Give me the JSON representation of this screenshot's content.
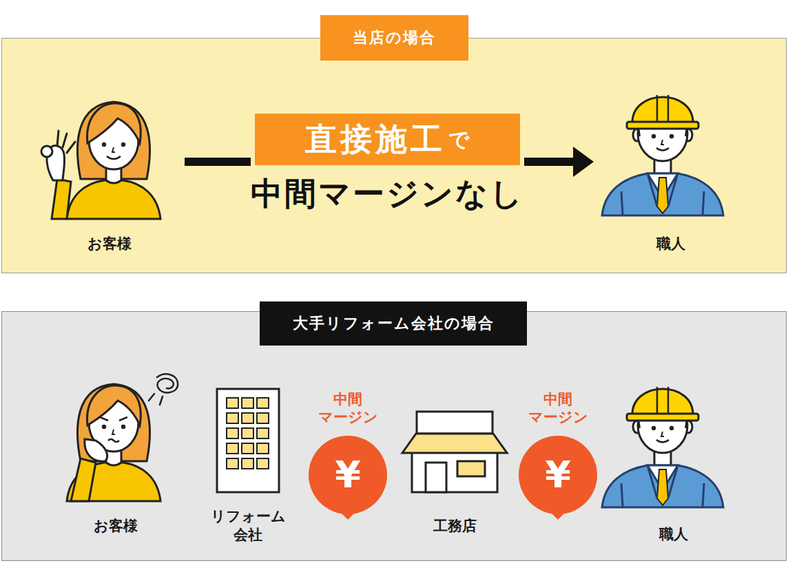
{
  "diagram": {
    "nodes": [
      {
        "text": [
          "当店の場合"
        ]
      },
      {
        "text": [
          "お客様"
        ],
        "in": 0
      },
      {
        "text": [
          "直接施工",
          "で"
        ],
        "in": 0
      },
      {
        "text": [
          "職人"
        ],
        "in": 0
      },
      {
        "text": [
          "大手リフォーム会社の場合"
        ]
      },
      {
        "text": [
          "お客様"
        ],
        "in": 4
      },
      {
        "text": [
          "リフォーム 会社"
        ],
        "in": 4
      },
      {
        "text": [
          "中間 マージン",
          "¥"
        ],
        "in": 4
      },
      {
        "text": [
          "工務店"
        ],
        "in": 4
      },
      {
        "text": [
          "中間 マージン",
          "¥"
        ],
        "in": 4
      },
      {
        "text": [
          "職人"
        ],
        "in": 4
      }
    ],
    "edges": [
      {
        "from": 1,
        "to": 2,
        "arrow": "none"
      },
      {
        "from": 2,
        "to": 3,
        "arrow": "to"
      }
    ],
    "labels": [
      "中間マージンなし"
    ]
  }
}
